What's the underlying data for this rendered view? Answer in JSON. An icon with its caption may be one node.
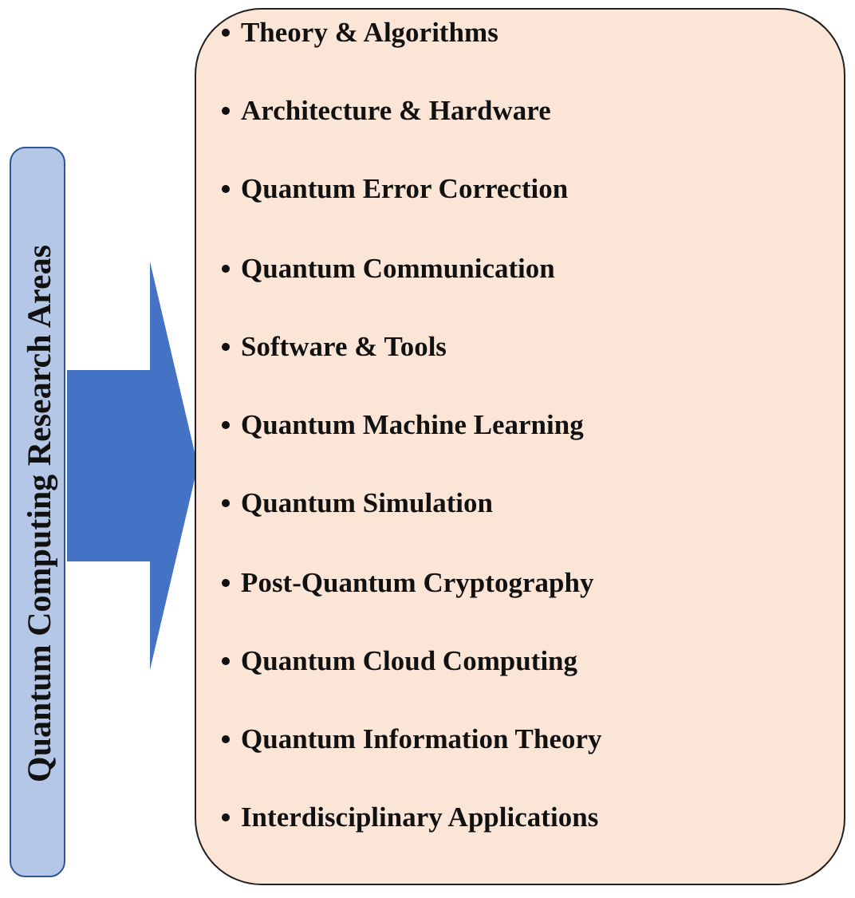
{
  "diagram": {
    "nodes": [
      {
        "text": [
          "Quantum Computing Research Areas"
        ]
      },
      {
        "text": [
          "Theory & Algorithms",
          "Architecture & Hardware",
          "Quantum Error Correction",
          "Quantum Communication",
          "Software & Tools",
          "Quantum Machine Learning",
          "Quantum Simulation",
          "Post-Quantum Cryptography",
          "Quantum Cloud Computing",
          "Quantum Information Theory",
          "Interdisciplinary Applications"
        ]
      }
    ],
    "edges": [
      {
        "from": 0,
        "to": 1,
        "arrow": "to",
        "style": "thick"
      }
    ]
  }
}
